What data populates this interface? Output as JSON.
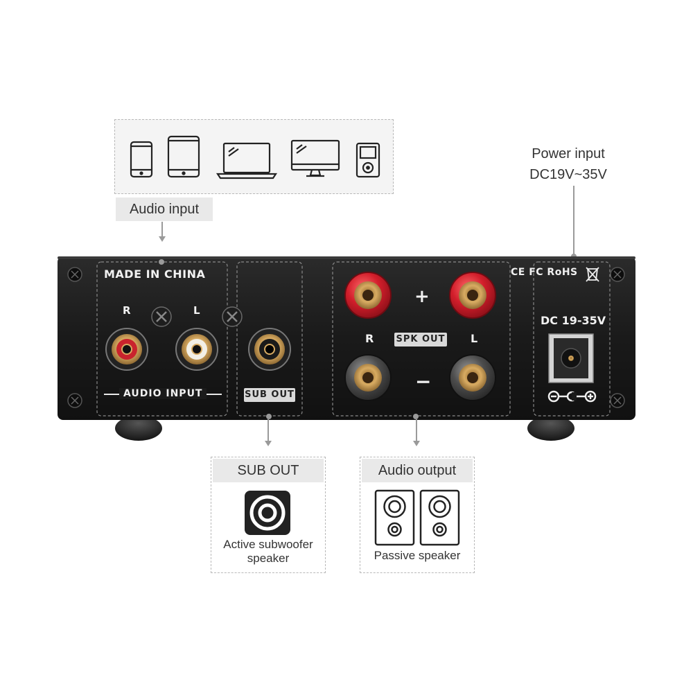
{
  "callouts": {
    "audio_input": "Audio input",
    "power_input_line1": "Power input",
    "power_input_line2": "DC19V~35V",
    "sub_out": "SUB OUT",
    "sub_out_caption_line1": "Active subwoofer",
    "sub_out_caption_line2": "speaker",
    "audio_output": "Audio output",
    "audio_output_caption": "Passive speaker"
  },
  "devices": [
    "phone-icon",
    "tablet-icon",
    "laptop-icon",
    "monitor-icon",
    "music-player-icon"
  ],
  "panel": {
    "made_in": "MADE IN CHINA",
    "r": "R",
    "l": "L",
    "audio_input_label": "AUDIO INPUT",
    "sub_out_label": "SUB OUT",
    "spk_r": "R",
    "spk_l": "L",
    "spk_out_label": "SPK OUT",
    "plus": "+",
    "minus": "−",
    "certs": "CE FC RoHS",
    "dc_label": "DC 19-35V"
  },
  "colors": {
    "panel": "#1b1b1b",
    "red_terminal": "#d21e2b",
    "gold": "#c99a52",
    "callout_grey": "#e9e9e9"
  }
}
